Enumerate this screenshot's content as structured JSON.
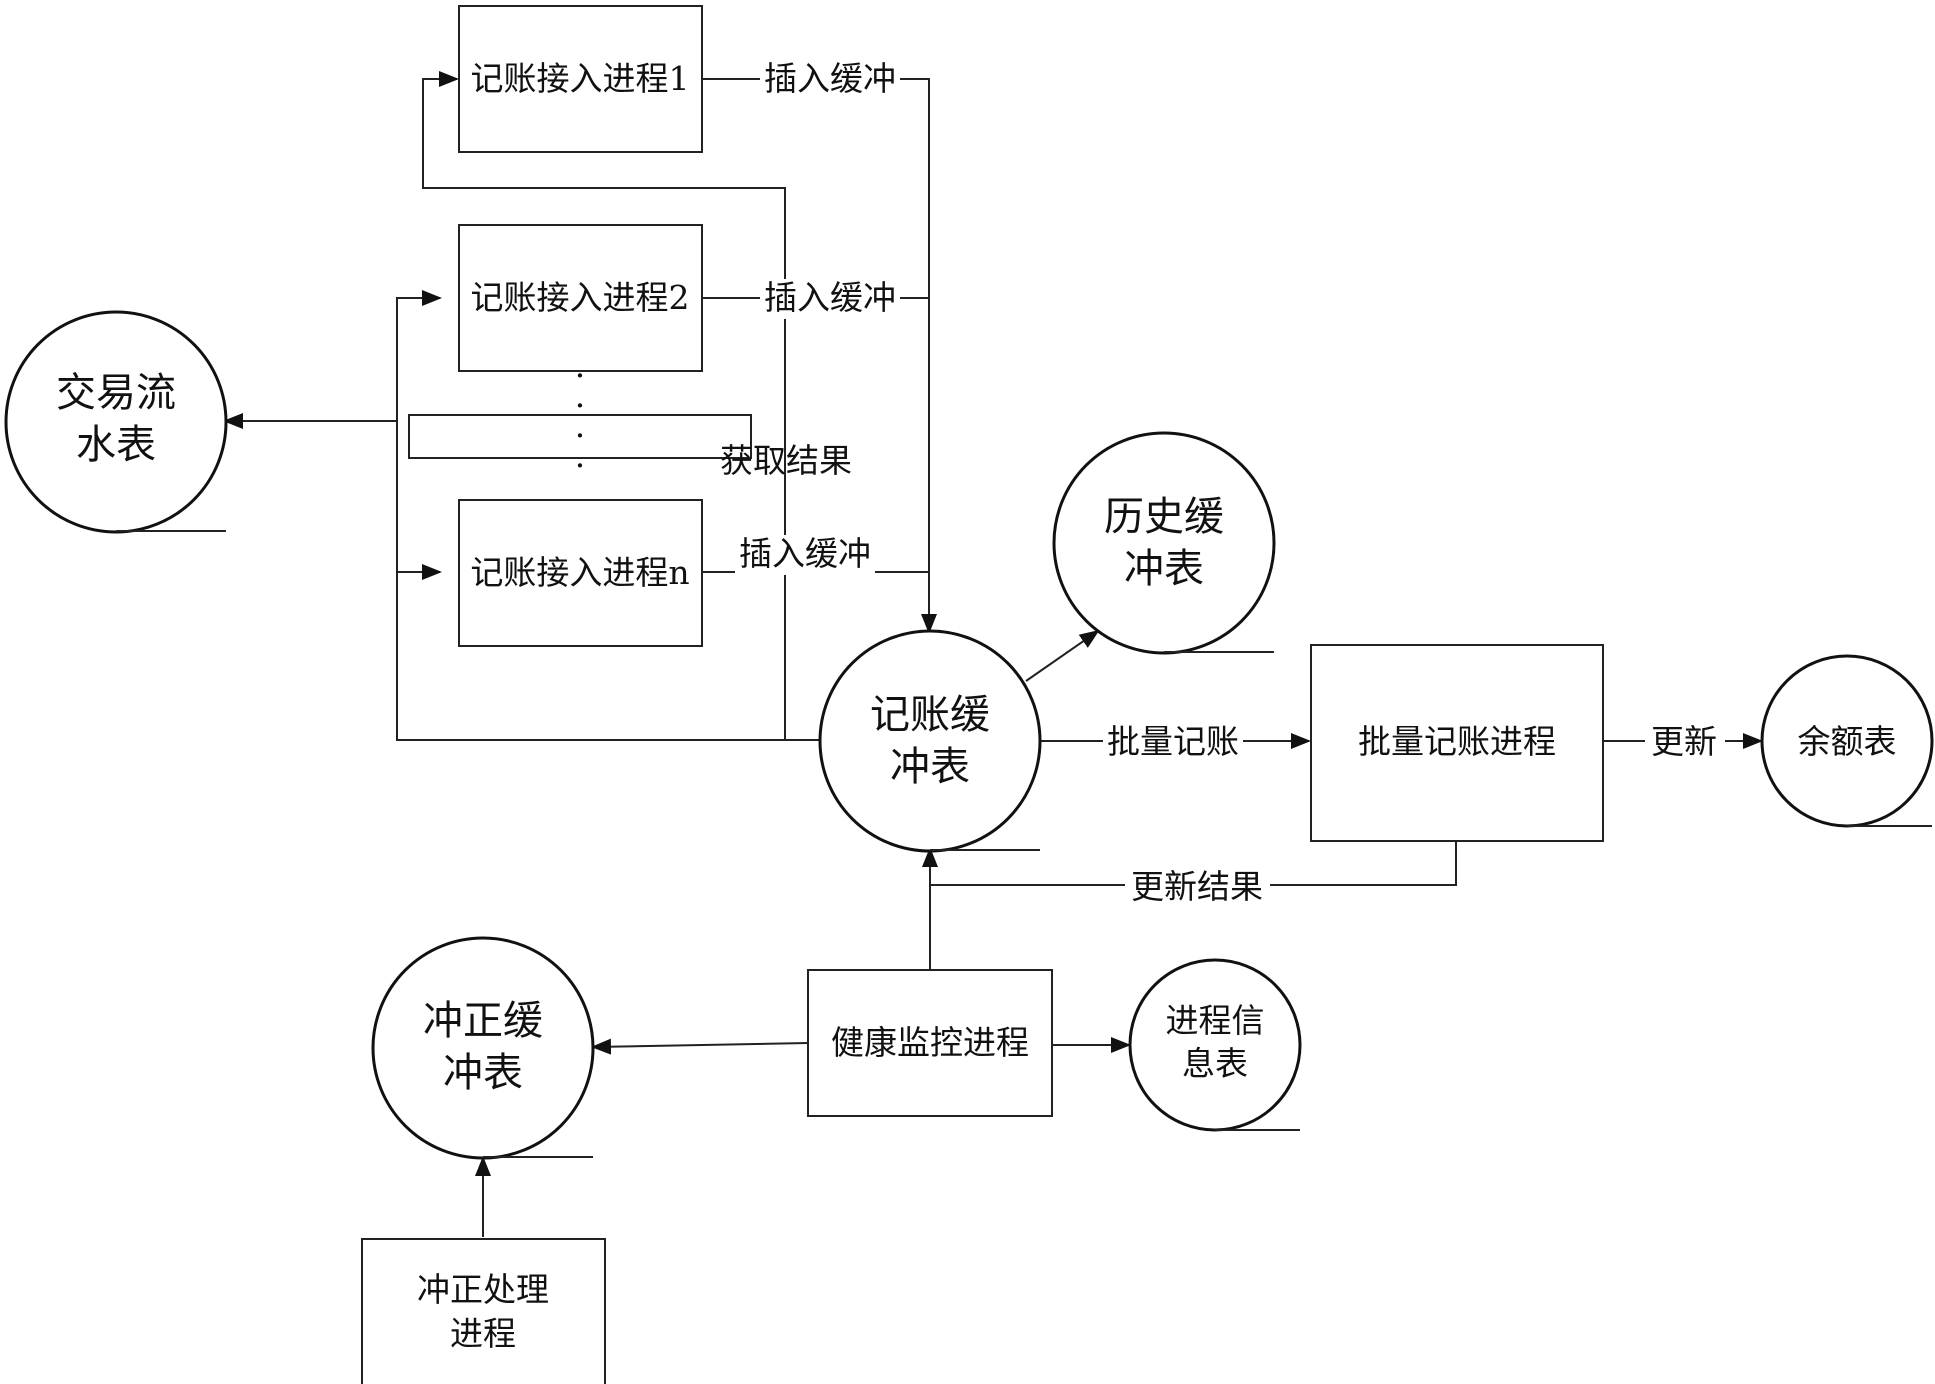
{
  "nodes": {
    "txn_flow_table_l1": "交易流",
    "txn_flow_table_l2": "水表",
    "history_buffer_l1": "历史缓",
    "history_buffer_l2": "冲表",
    "accounting_buffer_l1": "记账缓",
    "accounting_buffer_l2": "冲表",
    "balance_table": "余额表",
    "reversal_buffer_l1": "冲正缓",
    "reversal_buffer_l2": "冲表",
    "process_info_l1": "进程信",
    "process_info_l2": "息表"
  },
  "boxes": {
    "access_proc_1": "记账接入进程1",
    "access_proc_2": "记账接入进程2",
    "access_proc_n": "记账接入进程n",
    "batch_proc": "批量记账进程",
    "health_monitor": "健康监控进程",
    "reversal_proc_l1": "冲正处理",
    "reversal_proc_l2": "进程"
  },
  "edge_labels": {
    "insert_1": "插入缓冲",
    "insert_2": "插入缓冲",
    "insert_n": "插入缓冲",
    "fetch_result": "获取结果",
    "batch_post": "批量记账",
    "update": "更新",
    "update_result": "更新结果"
  },
  "ellipsis": "·"
}
